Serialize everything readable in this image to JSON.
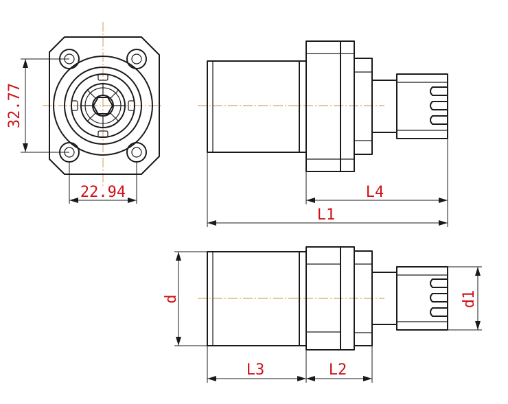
{
  "dimensions": {
    "height_front": "32.77",
    "width_front": "22.94",
    "length_l4": "L4",
    "length_l1": "L1",
    "diameter_d": "d",
    "length_l3": "L3",
    "length_l2": "L2",
    "diameter_d1": "d1"
  },
  "colors": {
    "dimension_text": "#d01018",
    "outline": "#1a1a1a",
    "centerline": "#c8913f"
  }
}
